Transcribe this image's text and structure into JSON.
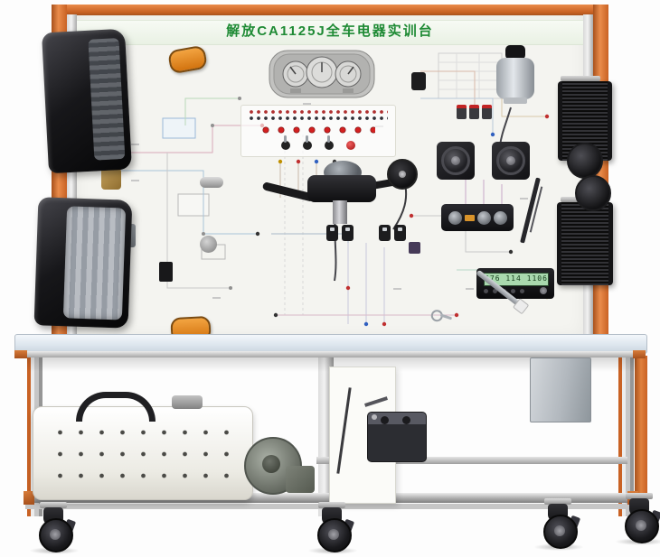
{
  "title_bar": {
    "title": "解放CA1125J全车电器实训台"
  },
  "radio": {
    "lcd_text": "576 114 1106 4"
  },
  "colors": {
    "frame_orange": "#c96224",
    "panel_background": "#f4f4f0",
    "title_green": "#1e8a34",
    "tabletop_blue": "#dde6ee",
    "lcd_green": "#a9d9ae"
  },
  "components": {
    "panel": [
      "headlight-upper",
      "headlight-lower",
      "side-marker-upper",
      "side-marker-lower",
      "instrument-cluster",
      "terminal-switch-board",
      "combination-switch",
      "ignition-plug",
      "speaker-left",
      "speaker-right",
      "wiper-motor",
      "relay-block",
      "ac-control-panel",
      "radio-cassette",
      "heater-radiator-upper",
      "heater-radiator-lower",
      "horn-high",
      "horn-low",
      "flasher-relay",
      "horn-relay",
      "rocker-switches",
      "wiper-blade",
      "fuel-sender",
      "door-key"
    ],
    "bench": [
      "fuel-tank",
      "filler-hose",
      "washer-pump",
      "heater-blower",
      "wiper-demo-board",
      "battery",
      "junction-box",
      "casters"
    ]
  }
}
